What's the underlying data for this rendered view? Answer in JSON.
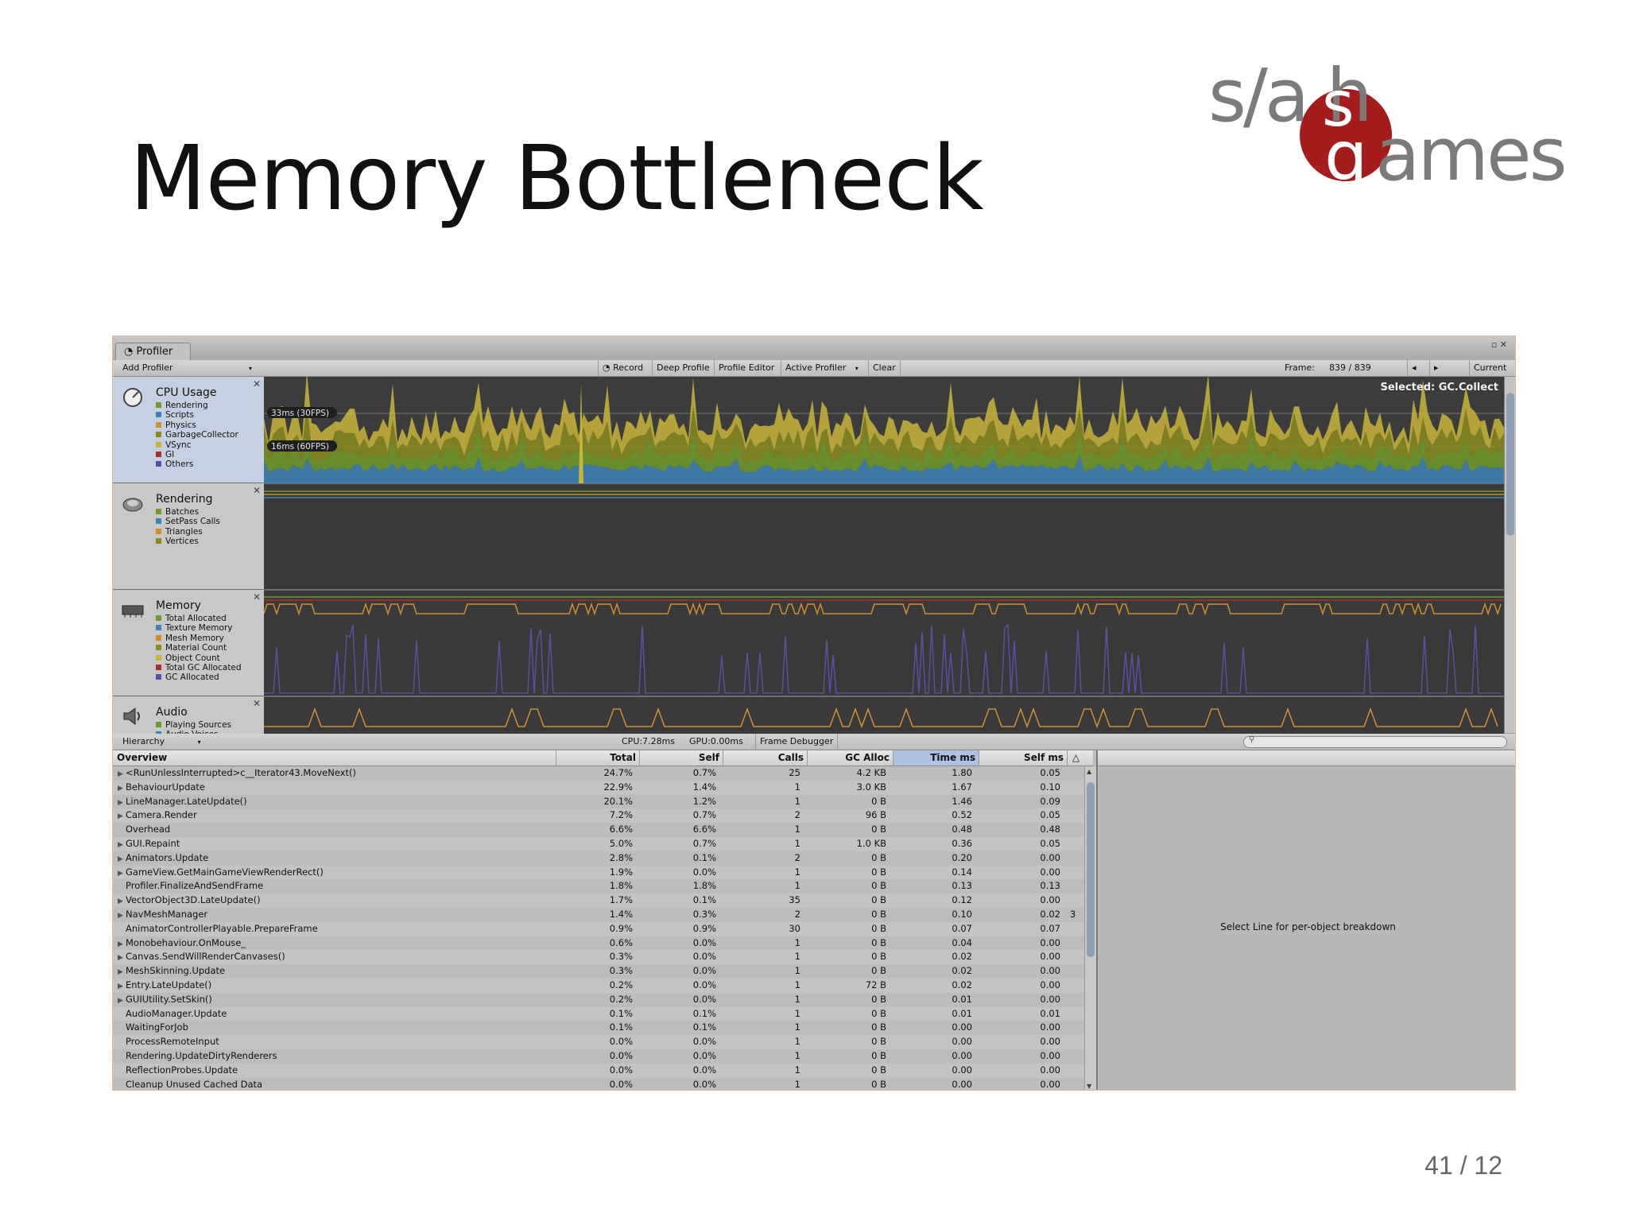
{
  "slide": {
    "title": "Memory Bottleneck",
    "page": "41 / 12"
  },
  "logo": {
    "top": "s/a h",
    "bottom": "ames",
    "mark_top": "s",
    "mark_bottom": "g",
    "red": "#a51c1c",
    "grey": "#7b7b7b"
  },
  "window": {
    "tab": "Profiler",
    "controls": "▫ ✕"
  },
  "toolbar": {
    "add_profiler": "Add Profiler",
    "record": "Record",
    "deep_profile": "Deep Profile",
    "profile_editor": "Profile Editor",
    "active_profiler": "Active Profiler",
    "clear": "Clear",
    "frame_label": "Frame:",
    "frame_value": "839 / 839",
    "current": "Current"
  },
  "graphs": {
    "selected": "Selected: GC.Collect",
    "line_30": "33ms (30FPS)",
    "line_60": "16ms (60FPS)"
  },
  "modules": {
    "cpu": {
      "title": "CPU Usage",
      "legend": [
        {
          "label": "Rendering",
          "color": "#6e9b2c"
        },
        {
          "label": "Scripts",
          "color": "#3d84b6"
        },
        {
          "label": "Physics",
          "color": "#d08e2e"
        },
        {
          "label": "GarbageCollector",
          "color": "#8a8a1e"
        },
        {
          "label": "VSync",
          "color": "#c9b43a"
        },
        {
          "label": "GI",
          "color": "#a0302a"
        },
        {
          "label": "Others",
          "color": "#5a4fa0"
        }
      ]
    },
    "rendering": {
      "title": "Rendering",
      "legend": [
        {
          "label": "Batches",
          "color": "#6e9b2c"
        },
        {
          "label": "SetPass Calls",
          "color": "#3d84b6"
        },
        {
          "label": "Triangles",
          "color": "#d08e2e"
        },
        {
          "label": "Vertices",
          "color": "#8a8a1e"
        }
      ]
    },
    "memory": {
      "title": "Memory",
      "legend": [
        {
          "label": "Total Allocated",
          "color": "#6e9b2c"
        },
        {
          "label": "Texture Memory",
          "color": "#3d84b6"
        },
        {
          "label": "Mesh Memory",
          "color": "#d08e2e"
        },
        {
          "label": "Material Count",
          "color": "#8a8a1e"
        },
        {
          "label": "Object Count",
          "color": "#c9b43a"
        },
        {
          "label": "Total GC Allocated",
          "color": "#a0302a"
        },
        {
          "label": "GC Allocated",
          "color": "#5a4fa0"
        }
      ]
    },
    "audio": {
      "title": "Audio",
      "legend": [
        {
          "label": "Playing Sources",
          "color": "#6e9b2c"
        },
        {
          "label": "Audio Voices",
          "color": "#3d84b6"
        }
      ]
    }
  },
  "hierarchy_bar": {
    "mode": "Hierarchy",
    "cpu": "CPU:7.28ms",
    "gpu": "GPU:0.00ms",
    "frame_debugger": "Frame Debugger"
  },
  "table": {
    "headers": {
      "overview": "Overview",
      "total": "Total",
      "self": "Self",
      "calls": "Calls",
      "gc": "GC Alloc",
      "time": "Time ms",
      "selfms": "Self ms"
    },
    "rows": [
      {
        "name": "<RunUnlessInterrupted>c__Iterator43.MoveNext()",
        "expand": true,
        "total": "24.7%",
        "self": "0.7%",
        "calls": "25",
        "gc": "4.2 KB",
        "time": "1.80",
        "selfms": "0.05"
      },
      {
        "name": "BehaviourUpdate",
        "expand": true,
        "total": "22.9%",
        "self": "1.4%",
        "calls": "1",
        "gc": "3.0 KB",
        "time": "1.67",
        "selfms": "0.10"
      },
      {
        "name": "LineManager.LateUpdate()",
        "expand": true,
        "total": "20.1%",
        "self": "1.2%",
        "calls": "1",
        "gc": "0 B",
        "time": "1.46",
        "selfms": "0.09"
      },
      {
        "name": "Camera.Render",
        "expand": true,
        "total": "7.2%",
        "self": "0.7%",
        "calls": "2",
        "gc": "96 B",
        "time": "0.52",
        "selfms": "0.05"
      },
      {
        "name": "Overhead",
        "expand": false,
        "total": "6.6%",
        "self": "6.6%",
        "calls": "1",
        "gc": "0 B",
        "time": "0.48",
        "selfms": "0.48"
      },
      {
        "name": "GUI.Repaint",
        "expand": true,
        "total": "5.0%",
        "self": "0.7%",
        "calls": "1",
        "gc": "1.0 KB",
        "time": "0.36",
        "selfms": "0.05"
      },
      {
        "name": "Animators.Update",
        "expand": true,
        "total": "2.8%",
        "self": "0.1%",
        "calls": "2",
        "gc": "0 B",
        "time": "0.20",
        "selfms": "0.00"
      },
      {
        "name": "GameView.GetMainGameViewRenderRect()",
        "expand": true,
        "total": "1.9%",
        "self": "0.0%",
        "calls": "1",
        "gc": "0 B",
        "time": "0.14",
        "selfms": "0.00"
      },
      {
        "name": "Profiler.FinalizeAndSendFrame",
        "expand": false,
        "total": "1.8%",
        "self": "1.8%",
        "calls": "1",
        "gc": "0 B",
        "time": "0.13",
        "selfms": "0.13"
      },
      {
        "name": "VectorObject3D.LateUpdate()",
        "expand": true,
        "total": "1.7%",
        "self": "0.1%",
        "calls": "35",
        "gc": "0 B",
        "time": "0.12",
        "selfms": "0.00"
      },
      {
        "name": "NavMeshManager",
        "expand": true,
        "total": "1.4%",
        "self": "0.3%",
        "calls": "2",
        "gc": "0 B",
        "time": "0.10",
        "selfms": "0.02",
        "extra": "3"
      },
      {
        "name": "AnimatorControllerPlayable.PrepareFrame",
        "expand": false,
        "total": "0.9%",
        "self": "0.9%",
        "calls": "30",
        "gc": "0 B",
        "time": "0.07",
        "selfms": "0.07"
      },
      {
        "name": "Monobehaviour.OnMouse_",
        "expand": true,
        "total": "0.6%",
        "self": "0.0%",
        "calls": "1",
        "gc": "0 B",
        "time": "0.04",
        "selfms": "0.00"
      },
      {
        "name": "Canvas.SendWillRenderCanvases()",
        "expand": true,
        "total": "0.3%",
        "self": "0.0%",
        "calls": "1",
        "gc": "0 B",
        "time": "0.02",
        "selfms": "0.00"
      },
      {
        "name": "MeshSkinning.Update",
        "expand": true,
        "total": "0.3%",
        "self": "0.0%",
        "calls": "1",
        "gc": "0 B",
        "time": "0.02",
        "selfms": "0.00"
      },
      {
        "name": "Entry.LateUpdate()",
        "expand": true,
        "total": "0.2%",
        "self": "0.0%",
        "calls": "1",
        "gc": "72 B",
        "time": "0.02",
        "selfms": "0.00"
      },
      {
        "name": "GUIUtility.SetSkin()",
        "expand": true,
        "total": "0.2%",
        "self": "0.0%",
        "calls": "1",
        "gc": "0 B",
        "time": "0.01",
        "selfms": "0.00"
      },
      {
        "name": "AudioManager.Update",
        "expand": false,
        "total": "0.1%",
        "self": "0.1%",
        "calls": "1",
        "gc": "0 B",
        "time": "0.01",
        "selfms": "0.01"
      },
      {
        "name": "WaitingForJob",
        "expand": false,
        "total": "0.1%",
        "self": "0.1%",
        "calls": "1",
        "gc": "0 B",
        "time": "0.00",
        "selfms": "0.00"
      },
      {
        "name": "ProcessRemoteInput",
        "expand": false,
        "total": "0.0%",
        "self": "0.0%",
        "calls": "1",
        "gc": "0 B",
        "time": "0.00",
        "selfms": "0.00"
      },
      {
        "name": "Rendering.UpdateDirtyRenderers",
        "expand": false,
        "total": "0.0%",
        "self": "0.0%",
        "calls": "1",
        "gc": "0 B",
        "time": "0.00",
        "selfms": "0.00"
      },
      {
        "name": "ReflectionProbes.Update",
        "expand": false,
        "total": "0.0%",
        "self": "0.0%",
        "calls": "1",
        "gc": "0 B",
        "time": "0.00",
        "selfms": "0.00"
      },
      {
        "name": "Cleanup Unused Cached Data",
        "expand": false,
        "total": "0.0%",
        "self": "0.0%",
        "calls": "1",
        "gc": "0 B",
        "time": "0.00",
        "selfms": "0.00"
      }
    ]
  },
  "detail": {
    "message": "Select Line for per-object breakdown"
  }
}
